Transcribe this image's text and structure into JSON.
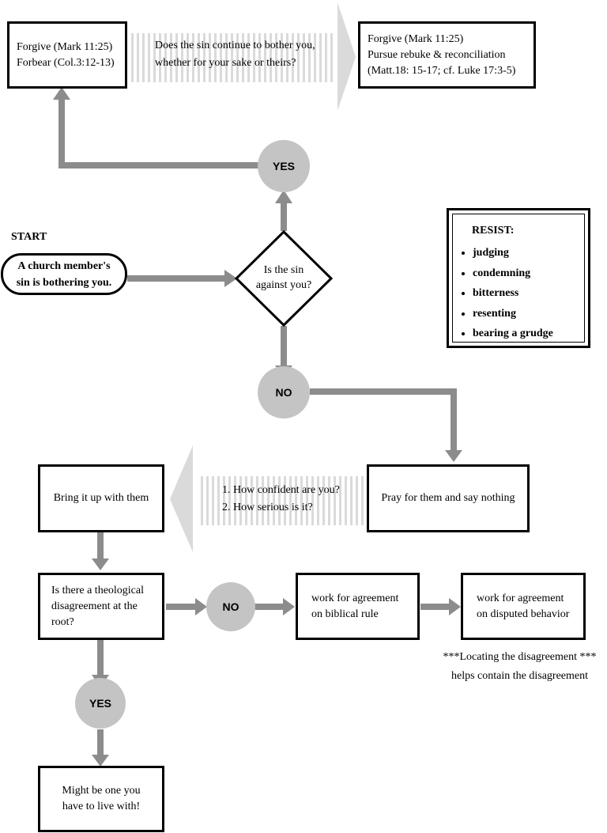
{
  "start_label": "START",
  "start_node": {
    "lines": [
      "A church member's",
      "sin is bothering you."
    ]
  },
  "decision_against_you": {
    "lines": [
      "Is the sin",
      "against you?"
    ]
  },
  "yes_label": "YES",
  "no_label": "NO",
  "forgive_box": {
    "lines": [
      "Forgive (Mark 11:25)",
      "Forbear (Col.3:12-13)"
    ]
  },
  "continue_question": {
    "lines": [
      "Does the sin continue to bother you,",
      "whether for your sake or theirs?"
    ]
  },
  "rebuke_box": {
    "lines": [
      "Forgive (Mark 11:25)",
      "Pursue rebuke & reconciliation",
      "(Matt.18: 15-17; cf. Luke 17:3-5)"
    ]
  },
  "resist_box": {
    "title": "RESIST:",
    "items": [
      "judging",
      "condemning",
      "bitterness",
      "resenting",
      "bearing a grudge"
    ]
  },
  "pray_box": {
    "text": "Pray for them and say nothing"
  },
  "confidence_questions": {
    "lines": [
      "1. How confident are you?",
      "2. How serious is it?"
    ]
  },
  "bring_up_box": {
    "text": "Bring it up with them"
  },
  "theology_box": {
    "lines": [
      "Is there a theological",
      "disagreement at the",
      "root?"
    ]
  },
  "biblical_rule_box": {
    "lines": [
      "work for agreement",
      "on biblical rule"
    ]
  },
  "disputed_behavior_box": {
    "lines": [
      "work for agreement",
      "on disputed behavior"
    ]
  },
  "locating_note": {
    "lines": [
      "***Locating the disagreement ***",
      "helps contain the disagreement"
    ]
  },
  "live_with_box": {
    "lines": [
      "Might be one you",
      "have to live with!"
    ]
  },
  "colors": {
    "arrow": "#8c8c8c",
    "circle": "#c4c4c4",
    "wide_arrow": "#dadada",
    "border": "#000000"
  }
}
